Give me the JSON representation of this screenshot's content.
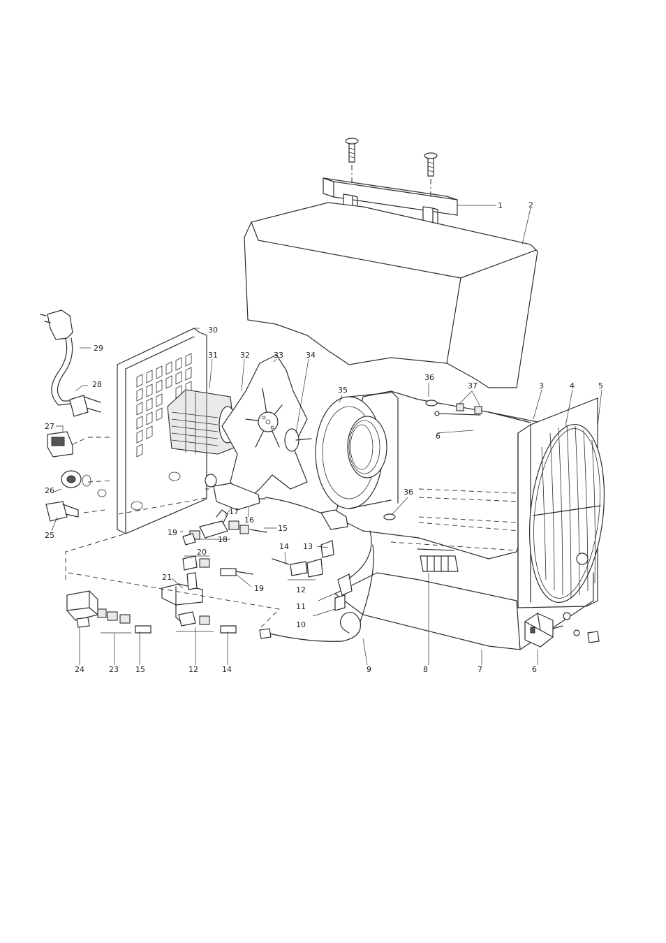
{
  "diagram": {
    "callouts": [
      {
        "id": "c1",
        "text": "1"
      },
      {
        "id": "c2",
        "text": "2"
      },
      {
        "id": "c3",
        "text": "3"
      },
      {
        "id": "c4",
        "text": "4"
      },
      {
        "id": "c5",
        "text": "5"
      },
      {
        "id": "c6a",
        "text": "6"
      },
      {
        "id": "c6b",
        "text": "6"
      },
      {
        "id": "c7",
        "text": "7"
      },
      {
        "id": "c8",
        "text": "8"
      },
      {
        "id": "c9",
        "text": "9"
      },
      {
        "id": "c10",
        "text": "10"
      },
      {
        "id": "c11",
        "text": "11"
      },
      {
        "id": "c12a",
        "text": "12"
      },
      {
        "id": "c12b",
        "text": "12"
      },
      {
        "id": "c13",
        "text": "13"
      },
      {
        "id": "c14a",
        "text": "14"
      },
      {
        "id": "c14b",
        "text": "14"
      },
      {
        "id": "c15a",
        "text": "15"
      },
      {
        "id": "c15b",
        "text": "15"
      },
      {
        "id": "c16",
        "text": "16"
      },
      {
        "id": "c17",
        "text": "17"
      },
      {
        "id": "c18",
        "text": "18"
      },
      {
        "id": "c19a",
        "text": "19"
      },
      {
        "id": "c19b",
        "text": "19"
      },
      {
        "id": "c20",
        "text": "20"
      },
      {
        "id": "c21",
        "text": "21"
      },
      {
        "id": "c23",
        "text": "23"
      },
      {
        "id": "c24",
        "text": "24"
      },
      {
        "id": "c25",
        "text": "25"
      },
      {
        "id": "c26",
        "text": "26"
      },
      {
        "id": "c27",
        "text": "27"
      },
      {
        "id": "c28",
        "text": "28"
      },
      {
        "id": "c29",
        "text": "29"
      },
      {
        "id": "c30",
        "text": "30"
      },
      {
        "id": "c31",
        "text": "31"
      },
      {
        "id": "c32",
        "text": "32"
      },
      {
        "id": "c33",
        "text": "33"
      },
      {
        "id": "c34",
        "text": "34"
      },
      {
        "id": "c35",
        "text": "35"
      },
      {
        "id": "c36a",
        "text": "36"
      },
      {
        "id": "c36b",
        "text": "36"
      },
      {
        "id": "c37",
        "text": "37"
      }
    ]
  }
}
